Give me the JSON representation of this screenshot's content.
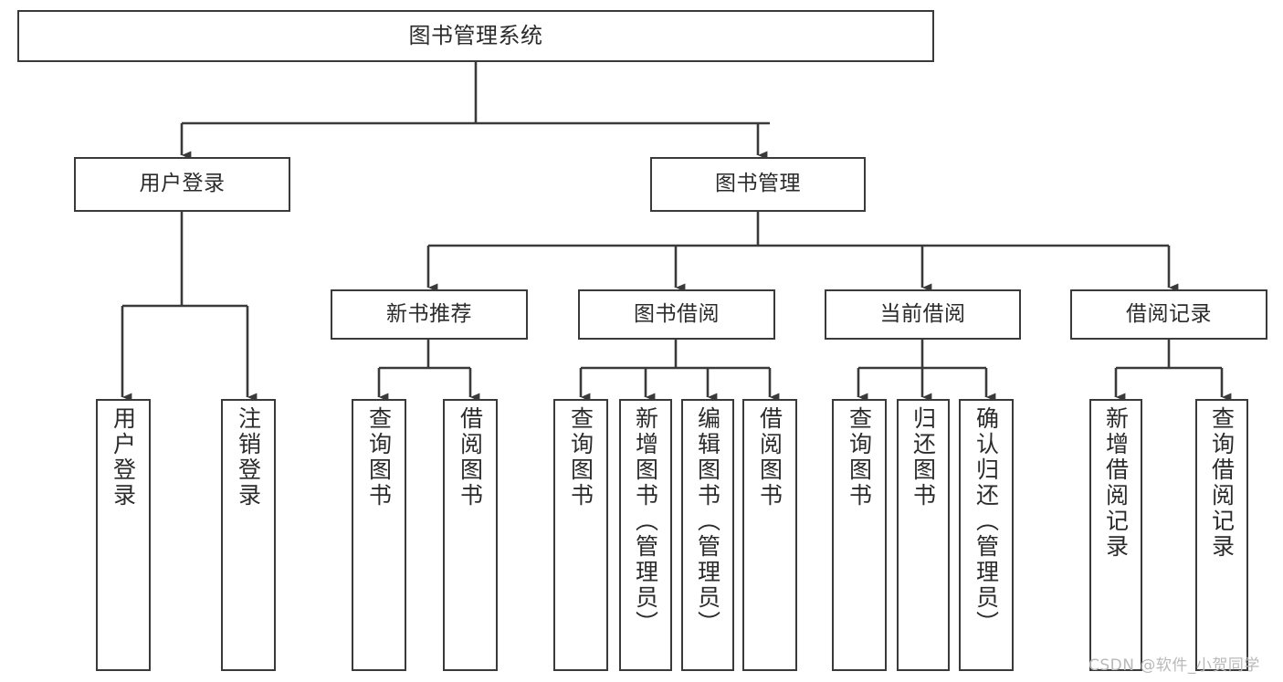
{
  "diagram": {
    "title": "图书管理系统",
    "type": "tree-hierarchy-chart",
    "colors": {
      "stroke": "#3a3a3a",
      "text": "#2b2b2b",
      "background": "#ffffff",
      "watermark": "#b9b9b9"
    },
    "nodes": {
      "root": {
        "label": "图书管理系统"
      },
      "level2": [
        {
          "label": "用户登录"
        },
        {
          "label": "图书管理"
        }
      ],
      "level3": [
        {
          "label": "新书推荐"
        },
        {
          "label": "图书借阅"
        },
        {
          "label": "当前借阅"
        },
        {
          "label": "借阅记录"
        }
      ],
      "leaves": {
        "user_login": [
          {
            "label": "用户登录"
          },
          {
            "label": "注销登录"
          }
        ],
        "new_book_recommend": [
          {
            "label": "查询图书"
          },
          {
            "label": "借阅图书"
          }
        ],
        "book_borrow": [
          {
            "label": "查询图书"
          },
          {
            "label": "新增图书（管理员）"
          },
          {
            "label": "编辑图书（管理员）"
          },
          {
            "label": "借阅图书"
          }
        ],
        "current_borrow": [
          {
            "label": "查询图书"
          },
          {
            "label": "归还图书"
          },
          {
            "label": "确认归还（管理员）"
          }
        ],
        "borrow_record": [
          {
            "label": "新增借阅记录"
          },
          {
            "label": "查询借阅记录"
          }
        ]
      }
    },
    "watermark": "CSDN @软件_小贺同学"
  }
}
